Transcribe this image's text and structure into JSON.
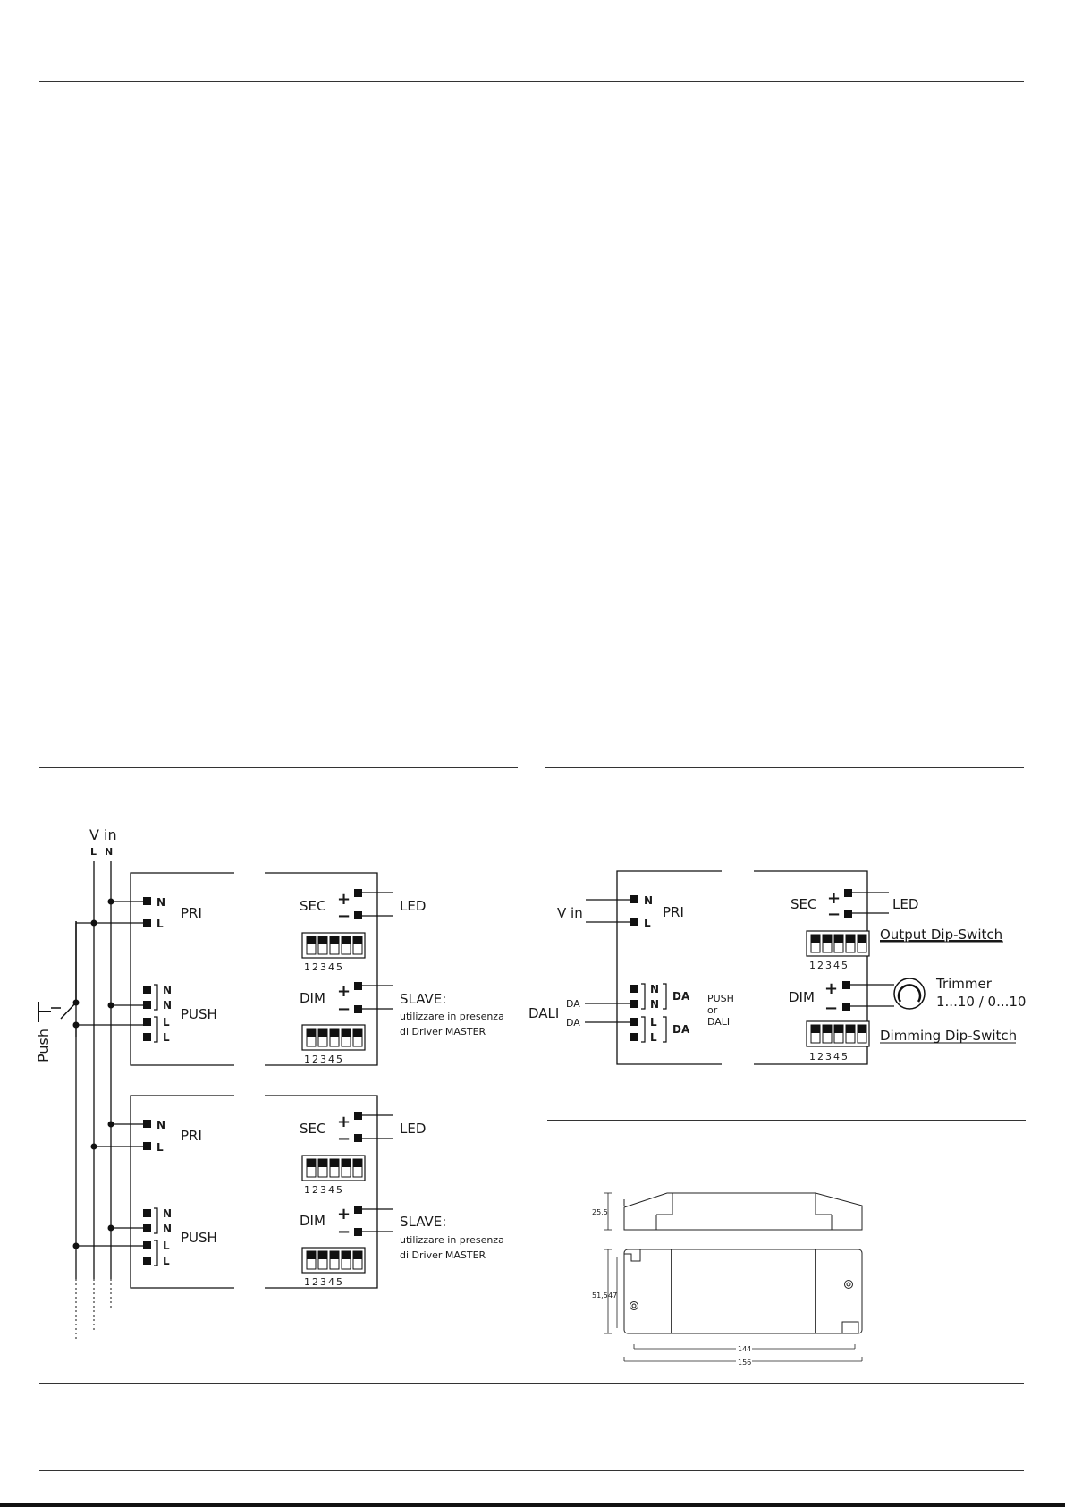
{
  "wiring_master_slave": {
    "vin_label": "V in",
    "vin_L": "L",
    "vin_N": "N",
    "push_label": "Push",
    "pri_label": "PRI",
    "sec_label": "SEC",
    "push_terminal_label": "PUSH",
    "dim_label": "DIM",
    "led_label": "LED",
    "slave_label": "SLAVE:",
    "slave_note_line1": "utilizzare in presenza",
    "slave_note_line2": "di Driver MASTER",
    "dip_numbers": "12345",
    "terminal_N": "N",
    "terminal_L": "L",
    "plus": "+",
    "minus": "−"
  },
  "wiring_dali": {
    "vin_label": "V in",
    "pri_label": "PRI",
    "sec_label": "SEC",
    "led_label": "LED",
    "output_dip_label": "Output Dip-Switch",
    "dali_label": "DALI",
    "da_label": "DA",
    "push_or_dali_line1": "PUSH",
    "push_or_dali_line2": "or",
    "push_or_dali_line3": "DALI",
    "dim_label": "DIM",
    "trimmer_label": "Trimmer",
    "trimmer_range": "1...10 / 0...10",
    "dimming_dip_label": "Dimming Dip-Switch",
    "dip_numbers": "12345",
    "terminal_N": "N",
    "terminal_L": "L",
    "plus": "+",
    "minus": "−"
  },
  "dimensions": {
    "height": "25,5",
    "width_outer": "51,5",
    "width_inner": "47",
    "length_inner": "144",
    "length_outer": "156"
  }
}
